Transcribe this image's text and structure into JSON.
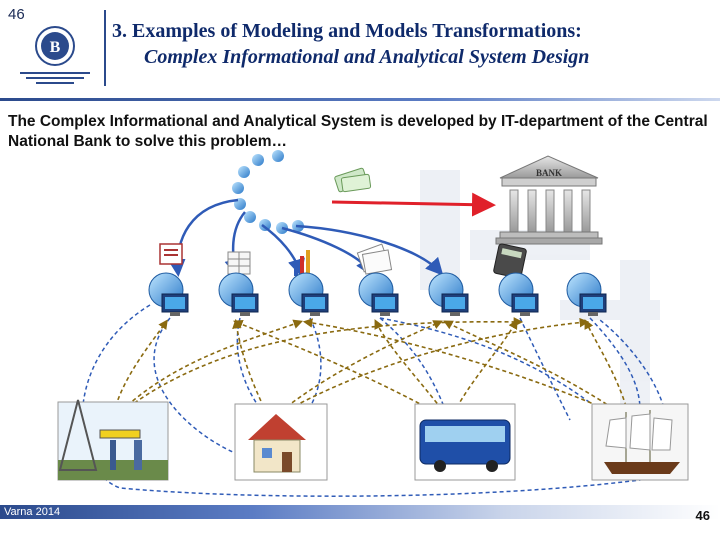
{
  "slide": {
    "number_top": "46",
    "title_line1": "3.  Examples of Modeling and Models Transformations:",
    "title_line2": "Complex Informational and Analytical System Design",
    "body_text": "The Complex Informational and Analytical System is developed by IT-department of the Central National Bank to solve this problem…",
    "bank_label": "BANK",
    "footer_left": "Varna 2014",
    "footer_right": "46"
  },
  "colors": {
    "title": "#0f2a6b",
    "accent": "#2b4a8c",
    "arrow_red": "#e0202a",
    "link_blue": "#2f5bb7",
    "link_gold": "#c8a020"
  },
  "diagram": {
    "nodes": [
      "computer-node-1",
      "computer-node-2",
      "computer-node-3",
      "computer-node-4",
      "computer-node-5",
      "computer-node-6",
      "computer-node-7"
    ],
    "clients": [
      "oil-rig",
      "house",
      "bus",
      "sailing-ship"
    ],
    "icons": [
      "documents-icon",
      "spreadsheet-icon",
      "bar-chart-icon",
      "paper-stack-icon",
      "calculator-icon",
      "money-icon"
    ]
  }
}
